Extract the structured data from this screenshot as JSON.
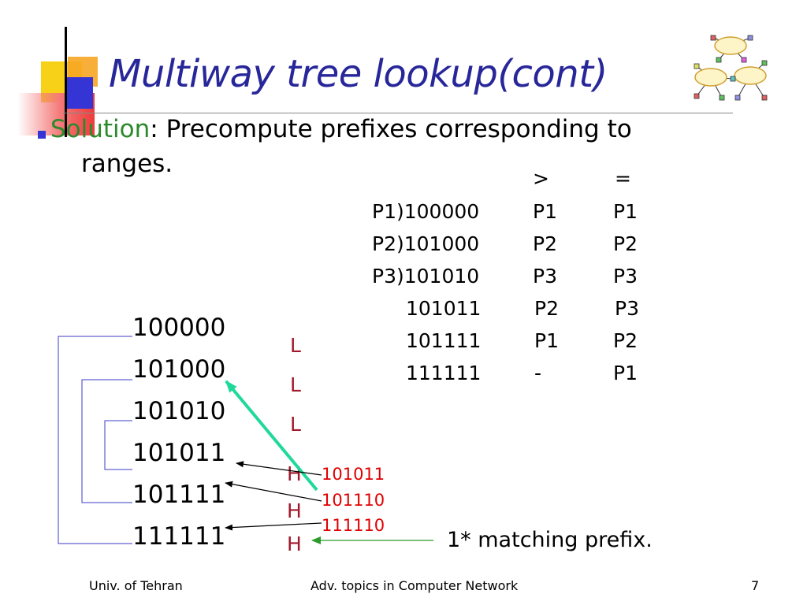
{
  "slide": {
    "title": "Multiway tree lookup(cont)",
    "solution_label": "Solution",
    "solution_text": ": Precompute prefixes corresponding to",
    "solution_text_cont": "ranges."
  },
  "table": {
    "headers": [
      ">",
      "="
    ],
    "rows": [
      {
        "key": "P1)100000",
        "gt": "P1",
        "eq": "P1"
      },
      {
        "key": "P2)101000",
        "gt": "P2",
        "eq": "P2"
      },
      {
        "key": "P3)101010",
        "gt": "P3",
        "eq": "P3"
      },
      {
        "key": "101011",
        "gt": "P2",
        "eq": "P3"
      },
      {
        "key": "101111",
        "gt": "P1",
        "eq": "P2"
      },
      {
        "key": "111111",
        "gt": "-",
        "eq": "P1"
      }
    ]
  },
  "range_list": [
    "100000",
    "101000",
    "101010",
    "101011",
    "101111",
    "111111"
  ],
  "lh_marks": [
    "L",
    "L",
    "L",
    "H",
    "H",
    "H"
  ],
  "search_keys": [
    "101011",
    "101110",
    "111110"
  ],
  "annotation": "1* matching prefix.",
  "footer": {
    "left": "Univ. of Tehran",
    "center": "Adv. topics in Computer Network",
    "page": "7"
  },
  "colors": {
    "title": "#28279a",
    "solution_label": "#2b8a2b",
    "lh_marks": "#a0182a",
    "search_keys": "#e00000",
    "teal_arrow": "#1fd99a",
    "green_arrow": "#2b9a2b",
    "tree_lines": "#3b3bc8"
  },
  "icons": [
    "network-clouds-logo-icon"
  ]
}
